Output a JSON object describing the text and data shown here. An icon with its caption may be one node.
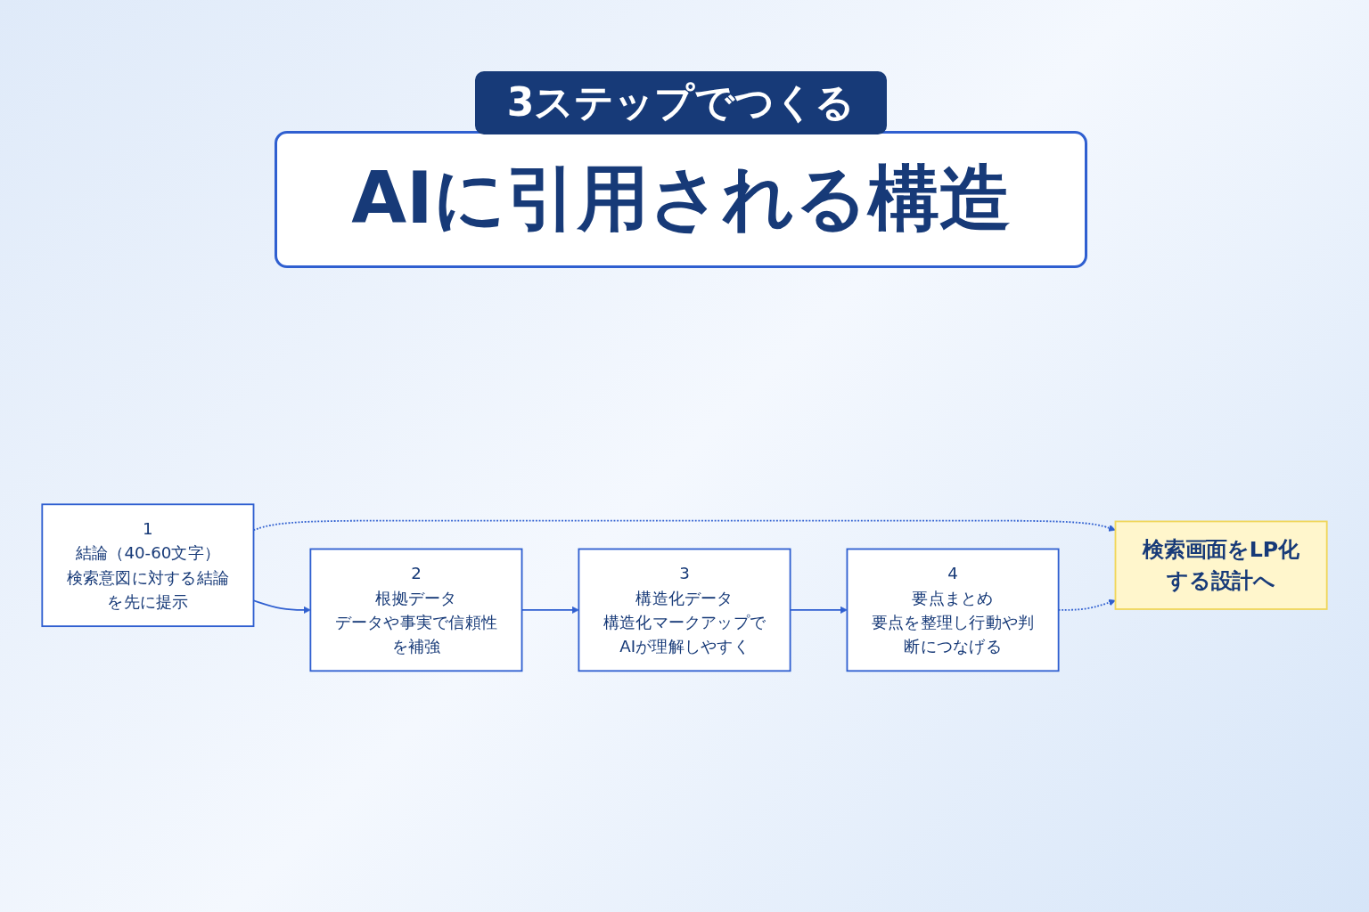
{
  "diagram": {
    "title": "AIに引用される構造",
    "nodes": [
      {
        "text": [
          "1",
          "結論（40-60文字）",
          "検索意図に対する結論を先に提示"
        ]
      },
      {
        "text": [
          "2",
          "根拠データ",
          "データや事実で信頼性を補強"
        ]
      },
      {
        "text": [
          "3",
          "構造化データ",
          "構造化マークアップでAIが理解しやすく"
        ]
      },
      {
        "text": [
          "4",
          "要点まとめ",
          "要点を整理し行動や判断につなげる"
        ]
      },
      {
        "text": [
          "検索画面をLP化する設計へ"
        ]
      }
    ],
    "edges": [
      {
        "from": 0,
        "to": 1,
        "arrow": "to"
      },
      {
        "from": 1,
        "to": 2,
        "arrow": "to"
      },
      {
        "from": 2,
        "to": 3,
        "arrow": "to"
      },
      {
        "from": 0,
        "to": 4,
        "arrow": "to",
        "style": "dashed"
      },
      {
        "from": 3,
        "to": 4,
        "arrow": "to",
        "style": "dashed"
      }
    ],
    "labels": [
      "3ステップでつくる"
    ]
  }
}
